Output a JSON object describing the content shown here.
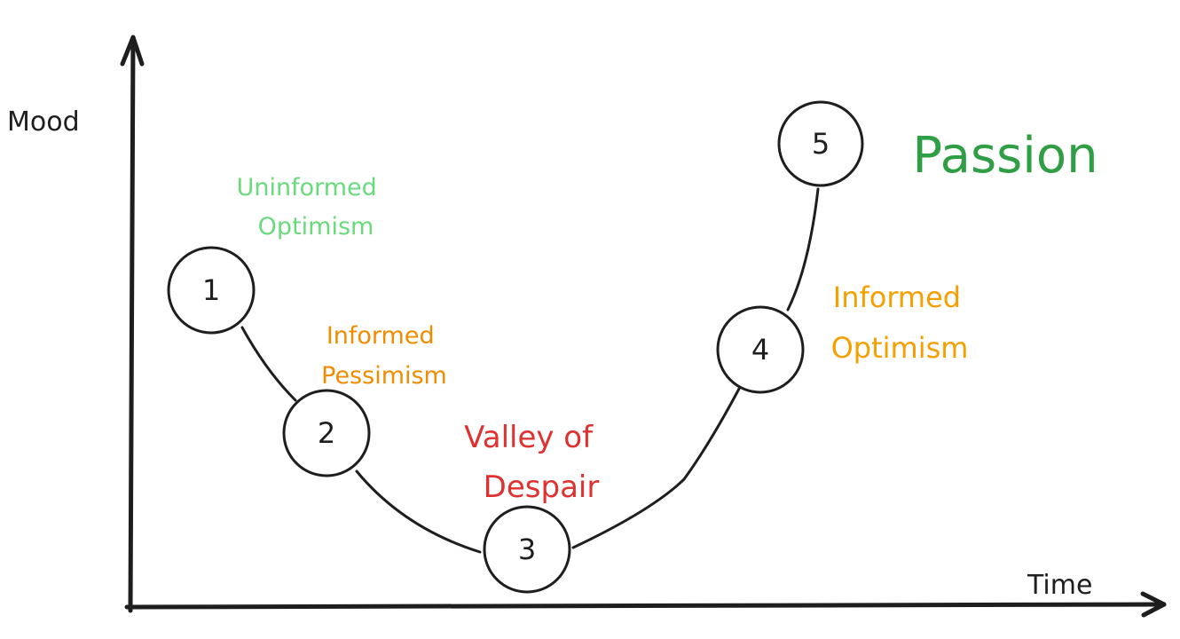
{
  "axes": {
    "y_label": "Mood",
    "x_label": "Time"
  },
  "stages": [
    {
      "number": "1",
      "label_lines": [
        "Uninformed",
        "Optimism"
      ],
      "color": "#69db7c"
    },
    {
      "number": "2",
      "label_lines": [
        "Informed",
        "Pessimism"
      ],
      "color": "#f08c00"
    },
    {
      "number": "3",
      "label_lines": [
        "Valley of",
        "Despair"
      ],
      "color": "#e03131"
    },
    {
      "number": "4",
      "label_lines": [
        "Informed",
        "Optimism"
      ],
      "color": "#f59f00"
    },
    {
      "number": "5",
      "label_lines": [
        "Passion"
      ],
      "color": "#2f9e44"
    }
  ],
  "colors": {
    "ink": "#1e1e1e",
    "background": "#ffffff"
  }
}
